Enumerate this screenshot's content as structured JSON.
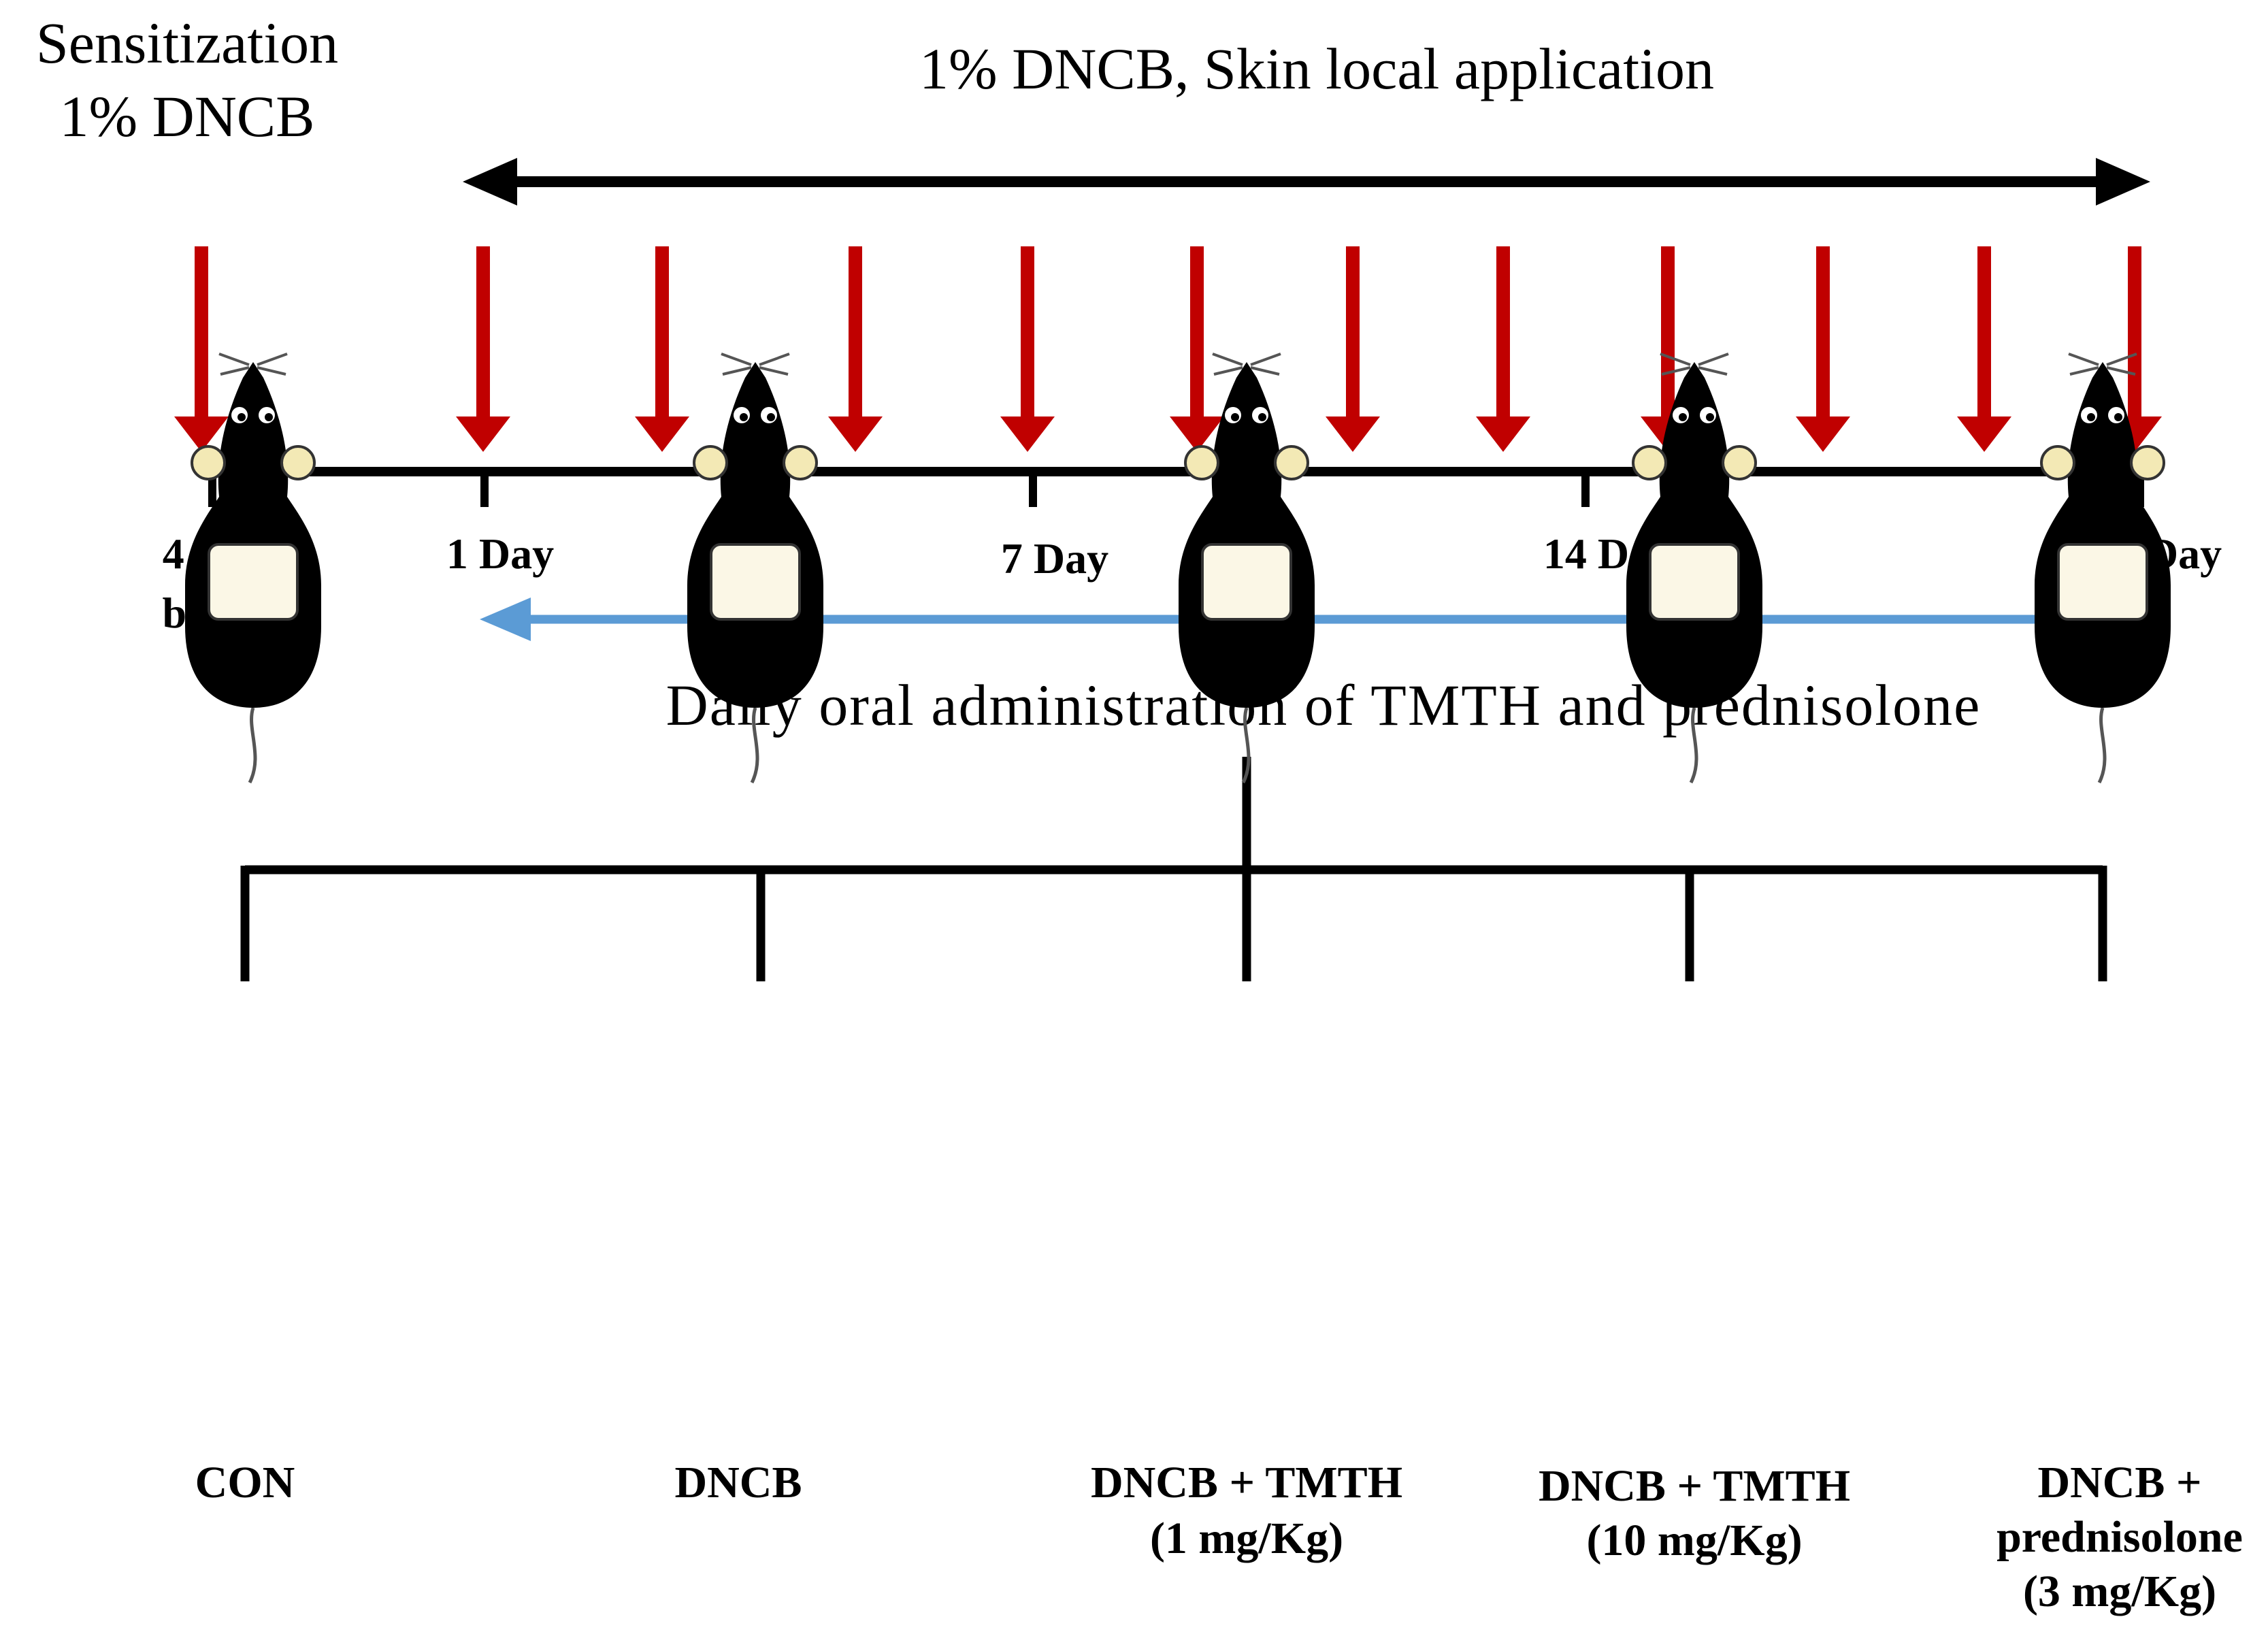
{
  "sensitization": {
    "line1": "Sensitization",
    "line2": "1% DNCB"
  },
  "application_label": "1% DNCB, Skin local application",
  "timeline": {
    "ticks": [
      {
        "line1": "4 days",
        "line2": "before"
      },
      {
        "line1": "1 Day",
        "line2": ""
      },
      {
        "line1": "7 Day",
        "line2": ""
      },
      {
        "line1": "14 Day",
        "line2": ""
      },
      {
        "line1": "21 Day",
        "line2": ""
      }
    ]
  },
  "treatment_label": "Daily oral administration of TMTH and prednisolone",
  "groups": [
    {
      "line1": "CON",
      "line2": "",
      "line3": ""
    },
    {
      "line1": "DNCB",
      "line2": "",
      "line3": ""
    },
    {
      "line1": "DNCB + TMTH",
      "line2": "(1 mg/Kg)",
      "line3": ""
    },
    {
      "line1": "DNCB + TMTH",
      "line2": "(10 mg/Kg)",
      "line3": ""
    },
    {
      "line1": "DNCB +",
      "line2": "prednisolone",
      "line3": "(3 mg/Kg)"
    }
  ],
  "colors": {
    "application_arrow": "#c00000",
    "treatment_arrow": "#5b9bd5",
    "line": "#000000",
    "mouse_body": "#000000",
    "mouse_ear": "#f3e9b5",
    "mouse_patch": "#fbf7e6"
  }
}
